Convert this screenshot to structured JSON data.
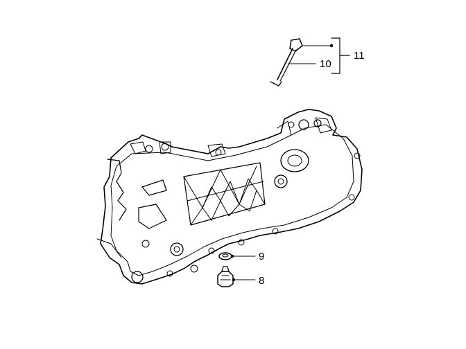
{
  "diagram": {
    "callouts": [
      {
        "id": "8",
        "label": "8"
      },
      {
        "id": "9",
        "label": "9"
      },
      {
        "id": "10",
        "label": "10"
      },
      {
        "id": "11",
        "label": "11"
      }
    ]
  }
}
